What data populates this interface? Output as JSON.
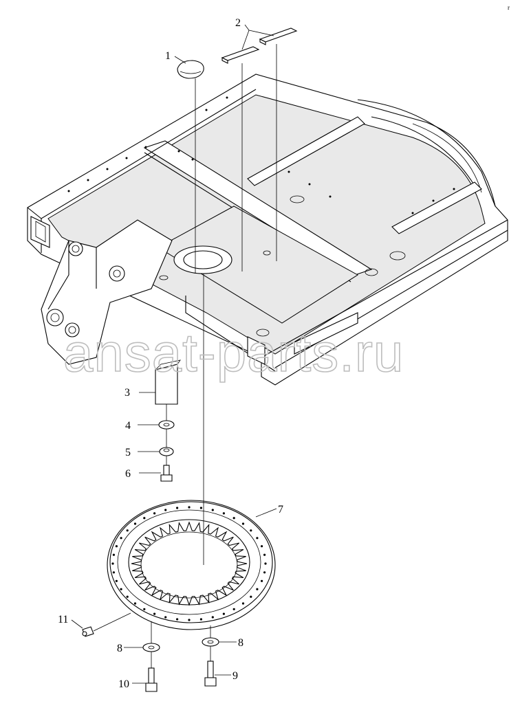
{
  "callouts": [
    "1",
    "2",
    "3",
    "4",
    "5",
    "6",
    "7",
    "8",
    "8",
    "9",
    "10",
    "11"
  ],
  "watermark": "ansat-parts.ru",
  "corner_mark": "r"
}
